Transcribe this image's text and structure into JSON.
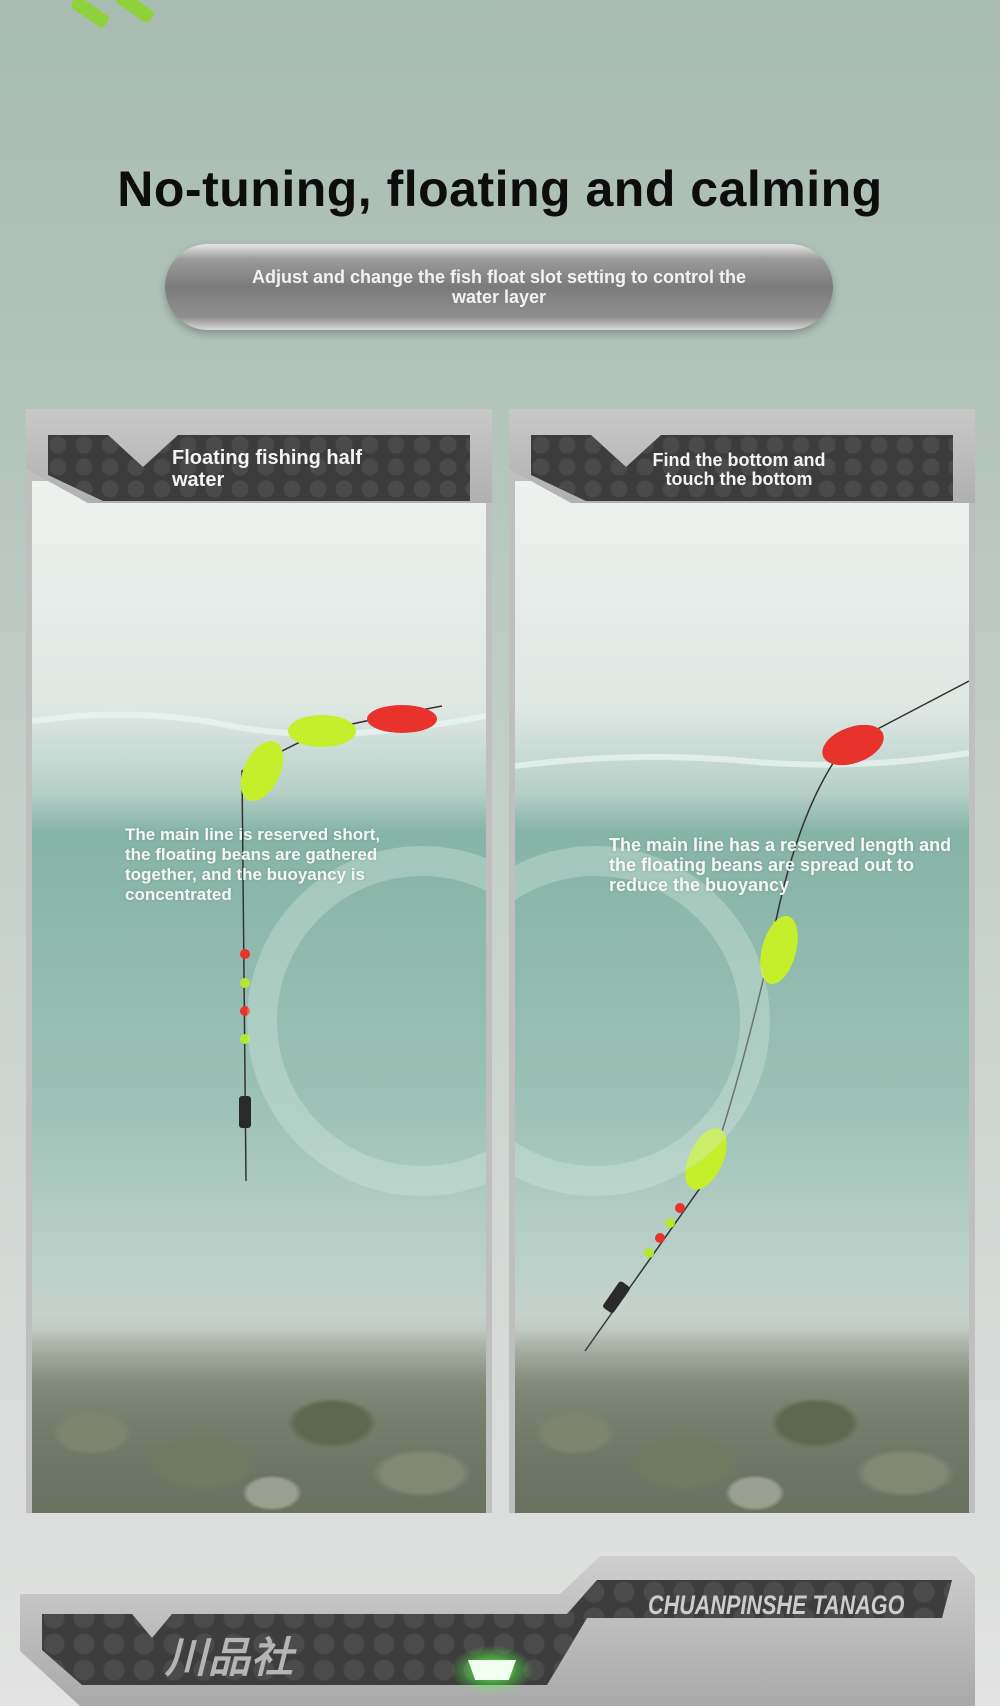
{
  "title": "No-tuning, floating and calming",
  "subtitle": "Adjust and change the fish float slot setting to control the water layer",
  "panels": [
    {
      "label": "Floating fishing half water",
      "description": "The main line is reserved short, the floating beans are gathered together, and the buoyancy is concentrated"
    },
    {
      "label": "Find the bottom and touch the bottom",
      "description": "The main line has a reserved length and the floating beans are spread out to reduce the buoyancy"
    }
  ],
  "footer": {
    "brand_cn": "川品社",
    "brand_en": "CHUANPINSHE TANAGO"
  },
  "colors": {
    "float_green": "#c4ef2a",
    "float_red": "#e8322c",
    "led": "#5cff4a"
  }
}
